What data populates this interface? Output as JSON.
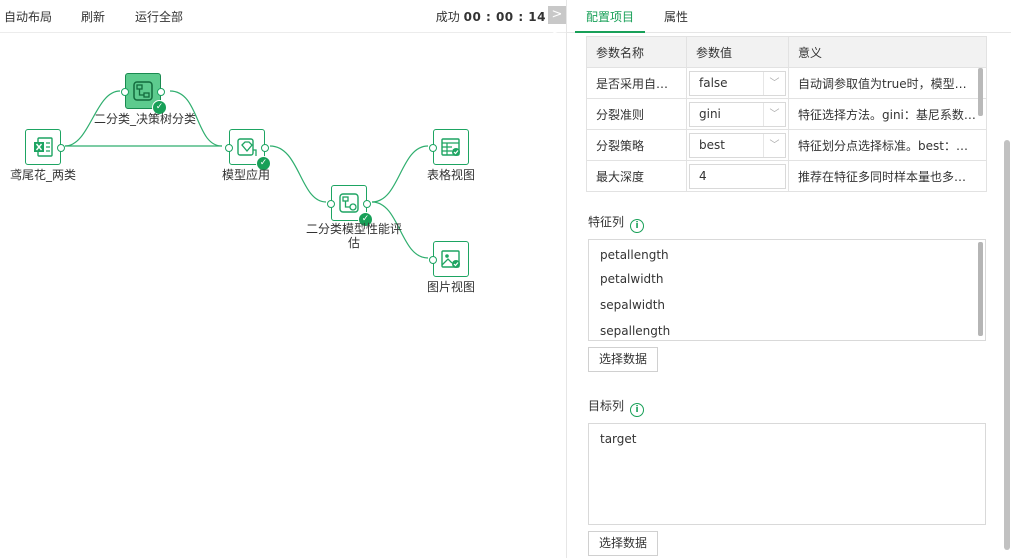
{
  "toolbar": {
    "auto_layout": "自动布局",
    "refresh": "刷新",
    "run_all": "运行全部",
    "status_label": "成功",
    "status_time": "00 : 00 : 14",
    "collapse_glyph": "><"
  },
  "nodes": {
    "source": {
      "label": "鸢尾花_两类",
      "icon": "excel-icon"
    },
    "tree": {
      "label": "二分类_决策树分类",
      "icon": "tree-model-icon"
    },
    "apply": {
      "label": "模型应用",
      "icon": "model-apply-icon"
    },
    "eval": {
      "label": "二分类模型性能评估",
      "icon": "evaluation-icon"
    },
    "table_view": {
      "label": "表格视图",
      "icon": "table-view-icon"
    },
    "image_view": {
      "label": "图片视图",
      "icon": "image-view-icon"
    }
  },
  "tabs": {
    "config": "配置项目",
    "props": "属性"
  },
  "params": {
    "headers": {
      "name": "参数名称",
      "value": "参数值",
      "meaning": "意义"
    },
    "rows": [
      {
        "name": "是否采用自动...",
        "value": "false",
        "meaning": "自动调参取值为true时，模型自动...",
        "kind": "select"
      },
      {
        "name": "分裂准则",
        "value": "gini",
        "meaning": "特征选择方法。gini：基尼系数，...",
        "kind": "select"
      },
      {
        "name": "分裂策略",
        "value": "best",
        "meaning": "特征划分点选择标准。best：在所...",
        "kind": "select"
      },
      {
        "name": "最大深度",
        "value": "4",
        "meaning": "推荐在特征多同时样本量也多时，...",
        "kind": "input"
      }
    ]
  },
  "features": {
    "title": "特征列",
    "items": [
      "petallength",
      "petalwidth",
      "sepalwidth",
      "sepallength"
    ],
    "button": "选择数据"
  },
  "target": {
    "title": "目标列",
    "items": [
      "target"
    ],
    "button": "选择数据"
  },
  "colors": {
    "accent": "#18a058",
    "node_border": "#1da462",
    "active_node": "#5dcb8e",
    "edge": "#2fae6e"
  }
}
